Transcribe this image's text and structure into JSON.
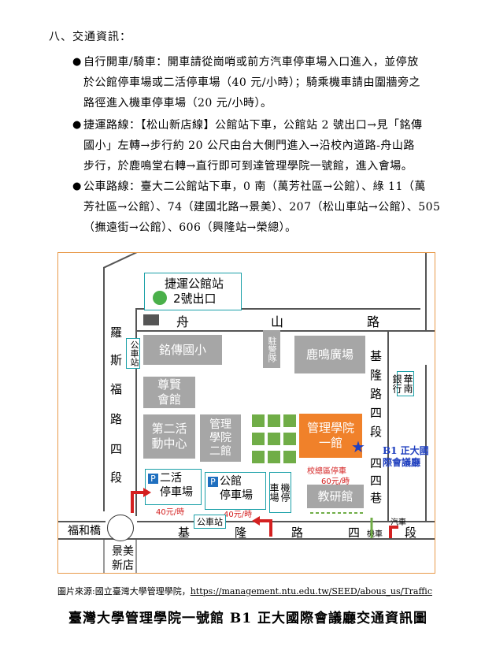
{
  "section_heading": "八、交通資訊：",
  "bullets": [
    {
      "line1": "自行開車/騎車：開車請從崗哨或前方汽車停車場入口進入，並停放",
      "line2": "於公館停車場或二活停車場（40 元/小時）；騎乘機車請由圍牆旁之",
      "line3": "路徑進入機車停車場（20 元/小時）。"
    },
    {
      "line1": "捷運路線：【松山新店線】公館站下車，公館站 2 號出口→見「銘傳",
      "line2": "國小」左轉→步行約 20 公尺由台大側門進入→沿校內道路-舟山路",
      "line3": "步行，於鹿鳴堂右轉→直行即可到達管理學院一號館，進入會場。"
    },
    {
      "line1": "公車路線：臺大二公館站下車，0 南（萬芳社區→公館）、綠 11（萬",
      "line2": "芳社區→公館）、74（建國北路→景美）、207（松山車站→公館）、505",
      "line3": "（撫遠街→公館）、606（興隆站→榮總）。"
    }
  ],
  "map": {
    "mrt_station": "捷運公館站",
    "mrt_exit": "2號出口",
    "road_zhoushan": [
      "舟",
      "山",
      "路"
    ],
    "road_roosevelt": [
      "羅",
      "斯",
      "福",
      "路",
      "四",
      "段"
    ],
    "road_keelung_top": [
      "基",
      "隆",
      "路",
      "四",
      "段"
    ],
    "road_keelung_bottom": [
      "基",
      "隆",
      "路",
      "四",
      "段"
    ],
    "lane_44": [
      "四",
      "四",
      "巷"
    ],
    "bus_stop_left": "公車站",
    "bus_stop_bottom": "公車站",
    "mingchuan": "銘傳國小",
    "zunxian": "尊賢\n會館",
    "activity_center": "第二活\n動中心",
    "mgmt2": "管理\n學院\n二館",
    "mgmt1": "管理學院\n一館",
    "luming": "鹿鳴廣場",
    "guard": "駐警隊",
    "motor_parking": "機停\n車場",
    "research": "教研館",
    "huanan_bank": "華南\n銀行",
    "parking2": "二活\n停車場",
    "parking2_price": "40元/時",
    "parking_gongguan": "公館\n停車場",
    "parking_gongguan_price": "40元/時",
    "school_parking": "校總區停車",
    "school_parking_price": "60元/時",
    "venue": "B1 正大國\n際會議廳",
    "car_label": "汽車",
    "moto_label": "機車",
    "fuhe_bridge": "福和橋",
    "jingmei_store": "景美\n新店",
    "parking_icon": "P"
  },
  "source_prefix": "圖片來源:國立臺灣大學管理學院，",
  "source_url": "https://management.ntu.edu.tw/SEED/abous_us/Traffic",
  "figure_title": "臺灣大學管理學院一號館 B1 正大國際會議廳交通資訊圖",
  "colors": {
    "orange": "#f0812a",
    "gray_block": "#a6a6a6",
    "green_block": "#70ad47",
    "teal": "#1aa0a8",
    "red": "#d42020",
    "blue_star": "#1f3fbf"
  }
}
